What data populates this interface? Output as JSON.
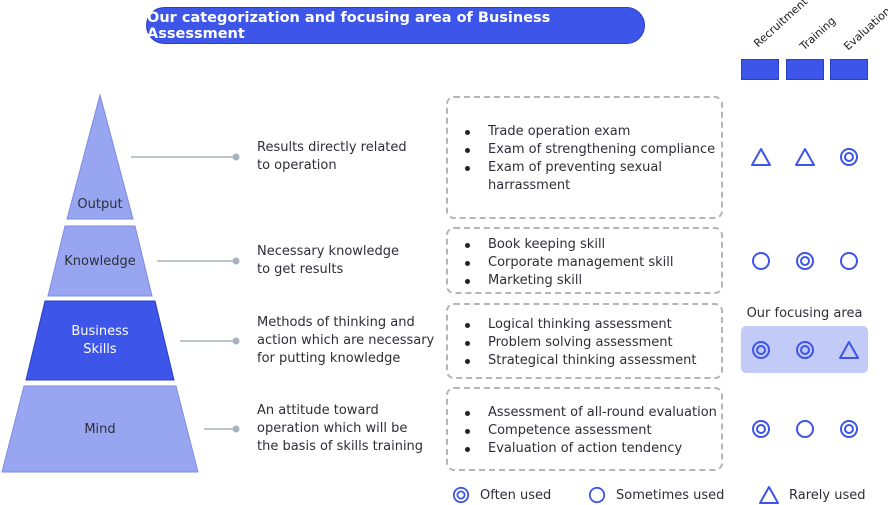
{
  "title": "Our categorization and focusing area of Business Assessment",
  "columns": [
    "Recruitment",
    "Training",
    "Evaluation"
  ],
  "colors": {
    "accent": "#3d55e8",
    "pyramid_light": "#98a5f0",
    "focus_bg": "#c2caf7"
  },
  "levels": [
    {
      "name": "Output",
      "description": "Results directly related to operation",
      "description_lines": [
        "Results directly related",
        "to operation"
      ],
      "items": [
        "Trade operation exam",
        "Exam of strengthening compliance",
        "Exam of preventing sexual harrassment"
      ],
      "marks": [
        "rarely",
        "rarely",
        "often"
      ]
    },
    {
      "name": "Knowledge",
      "description_lines": [
        "Necessary knowledge",
        "to get results"
      ],
      "items": [
        "Book keeping skill",
        "Corporate management skill",
        "Marketing skill"
      ],
      "marks": [
        "sometimes",
        "often",
        "sometimes"
      ]
    },
    {
      "name_lines": [
        "Business",
        "Skills"
      ],
      "description_lines": [
        "Methods of thinking and",
        "action which are necessary",
        "for putting knowledge"
      ],
      "items": [
        "Logical thinking assessment",
        "Problem solving assessment",
        "Strategical thinking assessment"
      ],
      "marks": [
        "often",
        "often",
        "rarely"
      ],
      "focus_label": "Our focusing area"
    },
    {
      "name": "Mind",
      "description_lines": [
        "An attitude toward",
        "operation which will be",
        "the basis of skills training"
      ],
      "items": [
        "Assessment of all-round evaluation",
        "Competence assessment",
        "Evaluation of action tendency"
      ],
      "marks": [
        "often",
        "sometimes",
        "often"
      ]
    }
  ],
  "legend": [
    {
      "icon": "double-circle-icon",
      "label": "Often used"
    },
    {
      "icon": "circle-icon",
      "label": "Sometimes used"
    },
    {
      "icon": "triangle-icon",
      "label": "Rarely used"
    }
  ]
}
